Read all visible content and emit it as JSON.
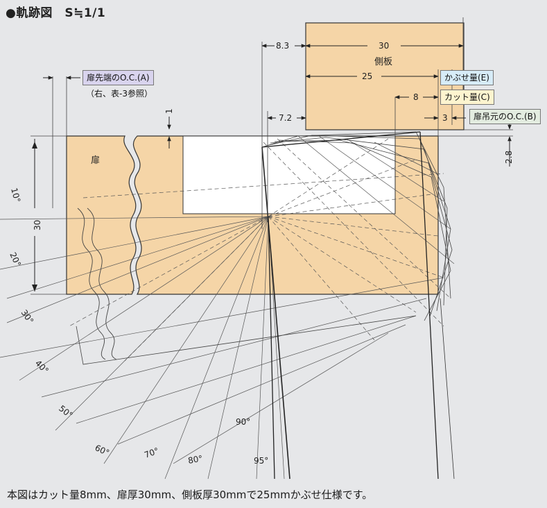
{
  "title": "●軌跡図　S≒1/1",
  "caption": "本図はカット量8mm、扉厚30mm、側板厚30mmで25mmかぶせ仕様です。",
  "parts": {
    "door": "扉",
    "side_panel": "側板"
  },
  "callouts": {
    "door_tip_oc": "扉先端のO.C.(A)",
    "door_tip_oc_note": "（右、表-3参照）",
    "overlay": "かぶせ量(E)",
    "cut": "カット量(C)",
    "door_hinge_oc": "扉吊元のO.C.(B)"
  },
  "dimensions": {
    "d_8_3": "8.3",
    "d_30_top": "30",
    "d_25": "25",
    "d_8": "8",
    "d_3": "3",
    "d_7_2": "7.2",
    "d_1": "1",
    "d_2_8": "2.8",
    "d_30_door": "30"
  },
  "angles": [
    "10°",
    "20°",
    "30°",
    "40°",
    "50°",
    "60°",
    "70°",
    "80°",
    "90°",
    "95°"
  ],
  "colors": {
    "background": "#e6e7e9",
    "panel_fill": "#f5d5a7",
    "line": "#333333",
    "tag_a": "#d9d4ee",
    "tag_e": "#d7ecf8",
    "tag_c": "#fdf4cf",
    "tag_b": "#e3ece0"
  }
}
